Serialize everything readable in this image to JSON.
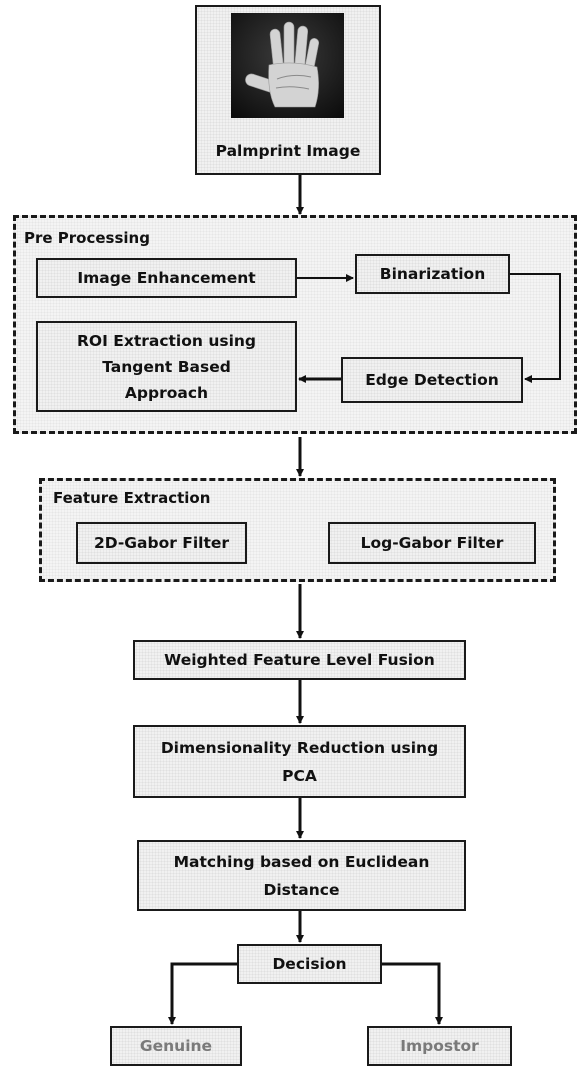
{
  "top": {
    "label": "Palmprint Image"
  },
  "preprocessing": {
    "title": "Pre Processing",
    "image_enhancement": "Image Enhancement",
    "binarization": "Binarization",
    "edge_detection": "Edge Detection",
    "roi_line1": "ROI Extraction using",
    "roi_line2": "Tangent Based",
    "roi_line3": "Approach"
  },
  "feature_extraction": {
    "title": "Feature Extraction",
    "gabor_2d": "2D-Gabor Filter",
    "log_gabor": "Log-Gabor Filter"
  },
  "fusion": "Weighted Feature Level Fusion",
  "pca": {
    "line1": "Dimensionality Reduction using",
    "line2": "PCA"
  },
  "matching": {
    "line1": "Matching based on Euclidean",
    "line2": "Distance"
  },
  "decision": "Decision",
  "outcomes": {
    "genuine": "Genuine",
    "impostor": "Impostor"
  }
}
